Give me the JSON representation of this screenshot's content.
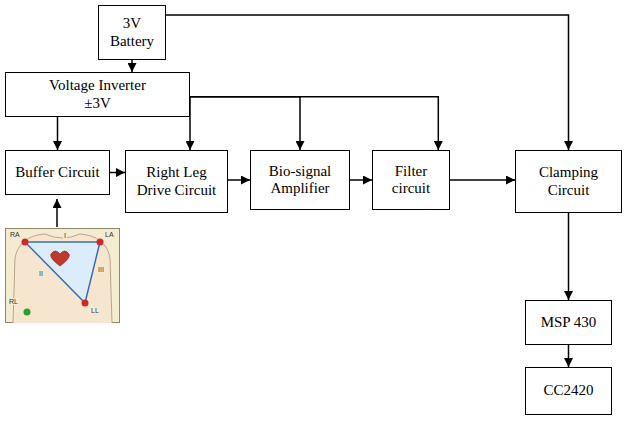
{
  "diagram": {
    "nodes": [
      {
        "text": [
          "3V Battery"
        ]
      },
      {
        "text": [
          "Voltage Inverter ±3V"
        ]
      },
      {
        "text": [
          "Buffer Circuit"
        ]
      },
      {
        "text": [
          "Right Leg Drive Circuit"
        ]
      },
      {
        "text": [
          "Bio-signal Amplifier"
        ]
      },
      {
        "text": [
          "Filter circuit"
        ]
      },
      {
        "text": [
          "Clamping Circuit"
        ]
      },
      {
        "text": [
          "MSP 430"
        ]
      },
      {
        "text": [
          "CC2420"
        ]
      }
    ],
    "edges": [
      {
        "from": 0,
        "to": 1,
        "arrow": "to"
      },
      {
        "from": 0,
        "to": 6,
        "arrow": "to"
      },
      {
        "from": 1,
        "to": 2,
        "arrow": "to"
      },
      {
        "from": 1,
        "to": 3,
        "arrow": "to"
      },
      {
        "from": 1,
        "to": 4,
        "arrow": "to"
      },
      {
        "from": 1,
        "to": 5,
        "arrow": "to"
      },
      {
        "from": 2,
        "to": 3,
        "arrow": "to"
      },
      {
        "from": 3,
        "to": 4,
        "arrow": "to"
      },
      {
        "from": 4,
        "to": 5,
        "arrow": "to"
      },
      {
        "from": 5,
        "to": 6,
        "arrow": "to"
      },
      {
        "from": 6,
        "to": 7,
        "arrow": "to"
      },
      {
        "from": 7,
        "to": 8,
        "arrow": "to"
      }
    ],
    "labels": [
      "RA",
      "LA",
      "I",
      "II",
      "III",
      "RL",
      "LL"
    ]
  }
}
